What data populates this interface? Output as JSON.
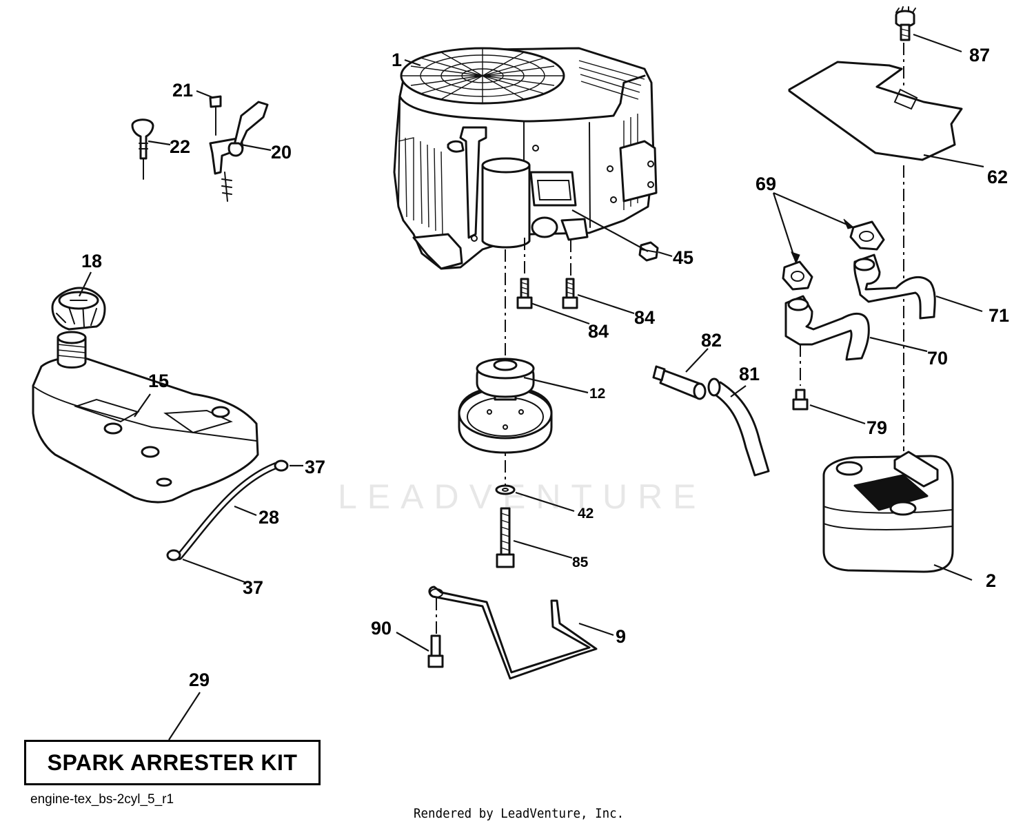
{
  "watermark": "LEADVENTURE",
  "kit_box": {
    "label": "SPARK ARRESTER KIT"
  },
  "diagram_id": "engine-tex_bs-2cyl_5_r1",
  "render_credit": "Rendered by LeadVenture, Inc.",
  "callouts": {
    "engine": "1",
    "muffler": "2",
    "muffler_bracket": "9",
    "pulley": "12",
    "fuel_tank": "15",
    "fuel_cap": "18",
    "throttle_control": "20",
    "throttle_screw": "21",
    "choke_knob": "22",
    "fuel_line": "28",
    "spark_arrester_kit": "29",
    "clamp_upper": "37",
    "clamp_lower": "37",
    "washer": "42",
    "nut": "45",
    "heat_shield": "62",
    "gaskets": "69",
    "exhaust_pipe_left": "70",
    "exhaust_pipe_right": "71",
    "muffler_bolt": "79",
    "oil_drain_hose": "81",
    "drain_valve": "82",
    "engine_bolt_left": "84",
    "engine_bolt_right": "84",
    "pulley_bolt": "85",
    "shield_screw": "87",
    "bracket_bolt": "90"
  }
}
